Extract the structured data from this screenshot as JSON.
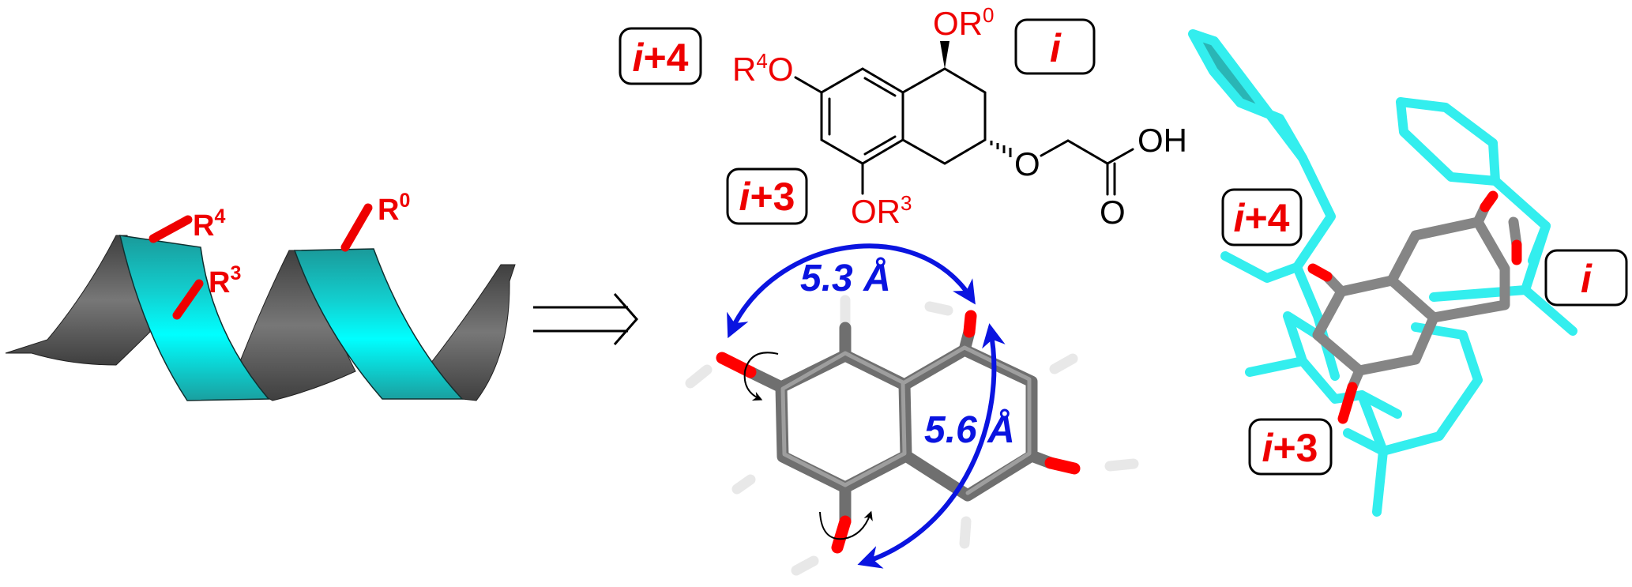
{
  "helix": {
    "substituents": [
      {
        "name": "R",
        "sup": "4"
      },
      {
        "name": "R",
        "sup": "3"
      },
      {
        "name": "R",
        "sup": "0"
      }
    ]
  },
  "structure": {
    "r4o": {
      "pre": "R",
      "sup": "4",
      "post": "O"
    },
    "or0": {
      "pre": "OR",
      "sup": "0"
    },
    "or3": {
      "pre": "OR",
      "sup": "3"
    },
    "ether_o": "O",
    "acid_oh": "OH",
    "carbonyl_o": "O"
  },
  "position_labels": {
    "i4": {
      "italic": "i",
      "rest": "+4"
    },
    "i": {
      "italic": "i",
      "rest": ""
    },
    "i3": {
      "italic": "i",
      "rest": "+3"
    }
  },
  "distances": {
    "d1": "5.3 Å",
    "d2": "5.6 Å"
  },
  "colors": {
    "label_red": "#ee0000",
    "distance_blue": "#0a14e0",
    "helix_cyan": "#00e5e5",
    "helix_gray": "#5a5a5a",
    "carbon_gray": "#808080",
    "oxygen_red": "#ff0000",
    "overlay_cyan": "#33eeee"
  }
}
